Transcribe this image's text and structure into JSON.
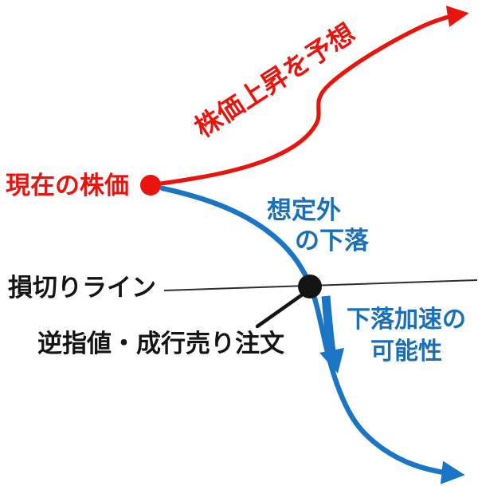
{
  "diagram": {
    "labels": {
      "current_price": "現在の株価",
      "rise_forecast": "株価上昇を予想",
      "unexpected_drop_line1": "想定外",
      "unexpected_drop_line2": "の下落",
      "stop_loss_line": "損切りライン",
      "stop_order": "逆指値・成行売り注文",
      "accel_drop_line1": "下落加速の",
      "accel_drop_line2": "可能性"
    },
    "colors": {
      "red": "#e8150f",
      "blue": "#1a76c4",
      "blue_text": "#1a6fba",
      "black": "#141414",
      "rule_line": "#2e2e2e"
    }
  }
}
